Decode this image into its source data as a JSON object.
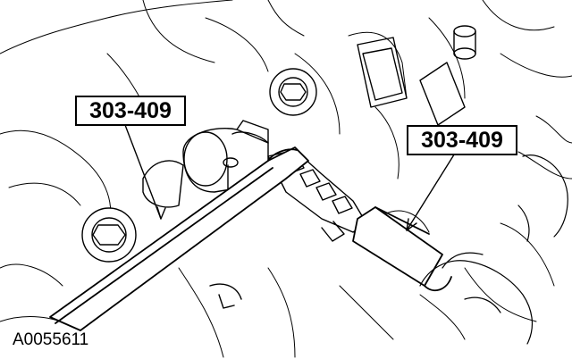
{
  "callouts": {
    "left_label": "303-409",
    "right_label": "303-409"
  },
  "figure_id": "A0055611",
  "colors": {
    "line": "#000000",
    "fill": "#ffffff",
    "shade": "#f2f2f2"
  }
}
